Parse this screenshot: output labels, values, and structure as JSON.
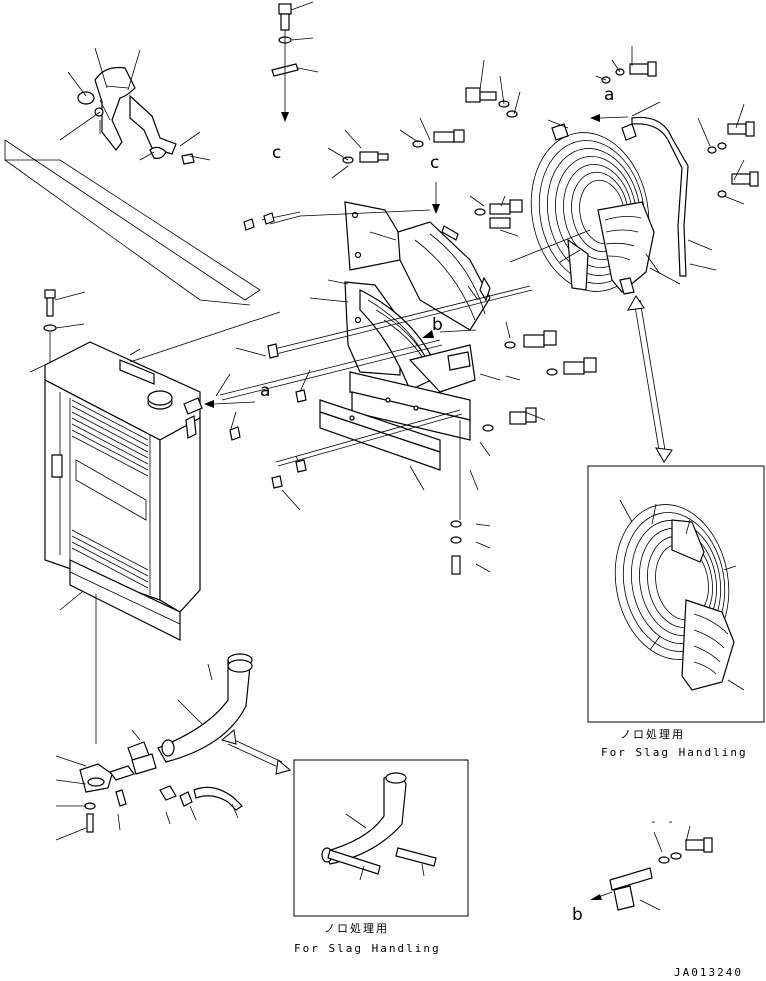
{
  "document_code": "JA013240",
  "callouts": {
    "a": "a",
    "b": "b",
    "c": "c"
  },
  "insets": [
    {
      "caption_jp": "ノロ処理用",
      "caption_en": "For Slag Handling"
    },
    {
      "caption_jp": "ノロ処理用",
      "caption_en": "For Slag Handling"
    }
  ],
  "dash_marks": "- -"
}
